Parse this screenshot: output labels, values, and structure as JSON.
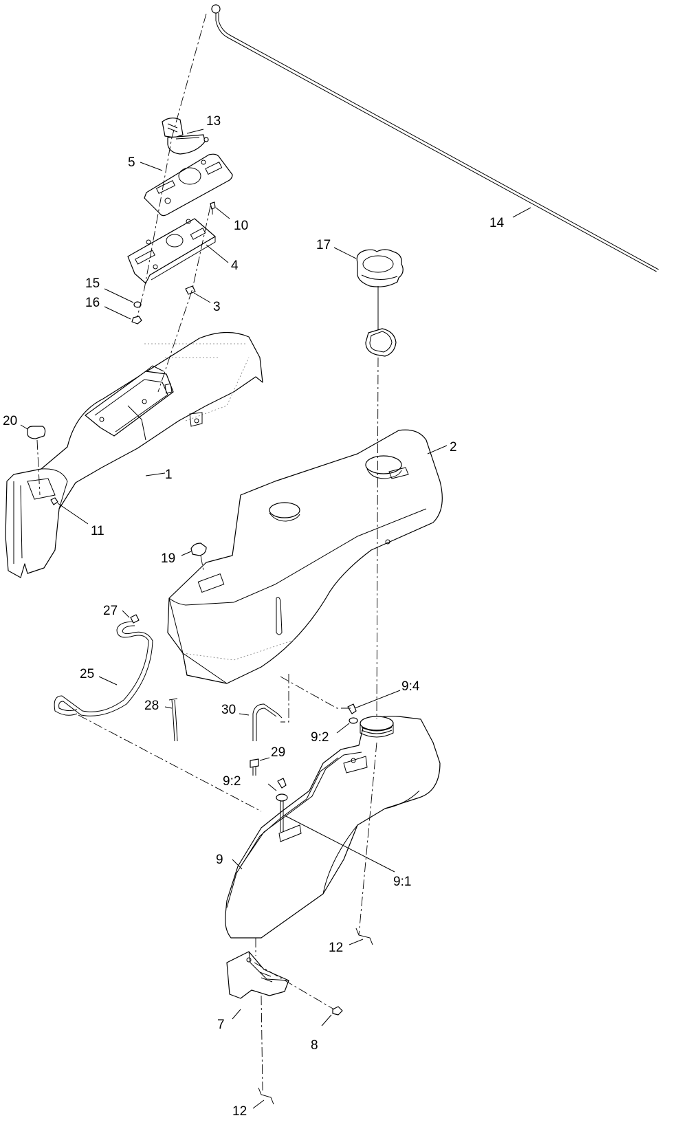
{
  "callouts": [
    {
      "id": "c1",
      "text": "1"
    },
    {
      "id": "c2",
      "text": "2"
    },
    {
      "id": "c3",
      "text": "3"
    },
    {
      "id": "c4",
      "text": "4"
    },
    {
      "id": "c5",
      "text": "5"
    },
    {
      "id": "c7",
      "text": "7"
    },
    {
      "id": "c8",
      "text": "8"
    },
    {
      "id": "c9",
      "text": "9"
    },
    {
      "id": "c9_1",
      "text": "9:1"
    },
    {
      "id": "c9_2a",
      "text": "9:2"
    },
    {
      "id": "c9_2b",
      "text": "9:2"
    },
    {
      "id": "c9_4",
      "text": "9:4"
    },
    {
      "id": "c10",
      "text": "10"
    },
    {
      "id": "c11",
      "text": "11"
    },
    {
      "id": "c12a",
      "text": "12"
    },
    {
      "id": "c12b",
      "text": "12"
    },
    {
      "id": "c13",
      "text": "13"
    },
    {
      "id": "c14",
      "text": "14"
    },
    {
      "id": "c15",
      "text": "15"
    },
    {
      "id": "c16",
      "text": "16"
    },
    {
      "id": "c17",
      "text": "17"
    },
    {
      "id": "c19",
      "text": "19"
    },
    {
      "id": "c20",
      "text": "20"
    },
    {
      "id": "c25",
      "text": "25"
    },
    {
      "id": "c27",
      "text": "27"
    },
    {
      "id": "c28",
      "text": "28"
    },
    {
      "id": "c29",
      "text": "29"
    },
    {
      "id": "c30",
      "text": "30"
    }
  ]
}
